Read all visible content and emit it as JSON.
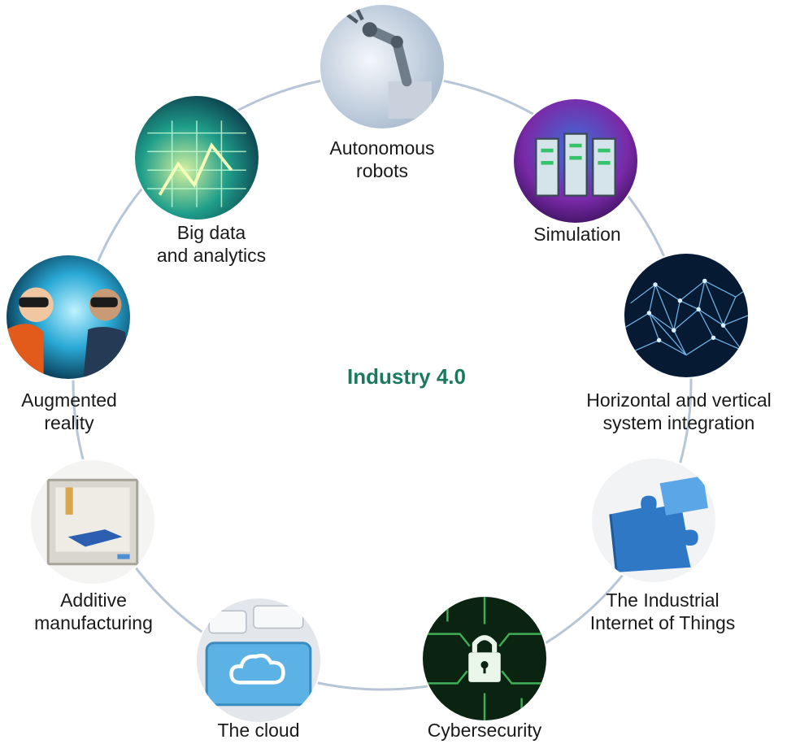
{
  "title": "Industry 4.0",
  "colors": {
    "title": "#1b7a5e",
    "ring": "#b7c6d6",
    "text": "#1a1a1a"
  },
  "nodes": [
    {
      "id": "autonomous-robots",
      "lines": [
        "Autonomous",
        "robots"
      ],
      "icon": "robot-arm-icon"
    },
    {
      "id": "simulation",
      "lines": [
        "Simulation"
      ],
      "icon": "server-rack-icon"
    },
    {
      "id": "system-integration",
      "lines": [
        "Horizontal and vertical",
        "system integration"
      ],
      "icon": "network-mesh-icon"
    },
    {
      "id": "iiot",
      "lines": [
        "The Industrial",
        "Internet of Things"
      ],
      "icon": "puzzle-icon"
    },
    {
      "id": "cybersecurity",
      "lines": [
        "Cybersecurity"
      ],
      "icon": "padlock-icon"
    },
    {
      "id": "cloud",
      "lines": [
        "The cloud"
      ],
      "icon": "cloud-key-icon"
    },
    {
      "id": "additive-manufacturing",
      "lines": [
        "Additive",
        "manufacturing"
      ],
      "icon": "3d-printer-icon"
    },
    {
      "id": "augmented-reality",
      "lines": [
        "Augmented",
        "reality"
      ],
      "icon": "vr-headset-icon"
    },
    {
      "id": "big-data",
      "lines": [
        "Big data",
        "and analytics"
      ],
      "icon": "data-stream-icon"
    }
  ]
}
